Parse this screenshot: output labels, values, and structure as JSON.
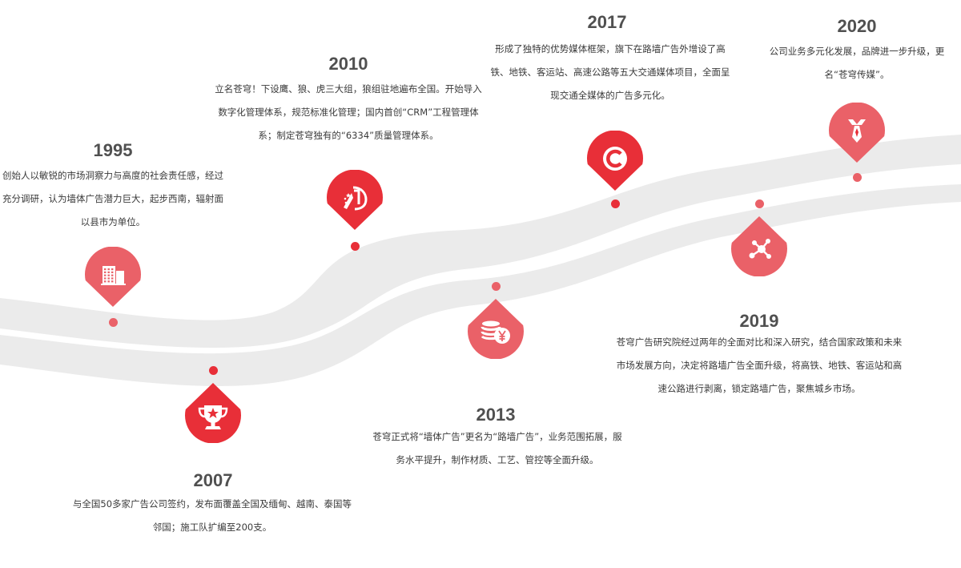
{
  "colors": {
    "primary": "#e82f38",
    "secondary": "#ea6168",
    "road": "#ebebeb"
  },
  "milestones": [
    {
      "year": "1995",
      "icon": "office-building-icon",
      "color": "#ea6168",
      "text": "创始人以敏锐的市场洞察力与高度的社会责任感，经过充分调研，认为墙体广告潜力巨大，起步西南，辐射面以县市为单位。"
    },
    {
      "year": "2007",
      "icon": "trophy-icon",
      "color": "#e82f38",
      "text": "与全国50多家广告公司签约，发布面覆盖全国及缅甸、越南、泰国等邻国；施工队扩编至200支。"
    },
    {
      "year": "2010",
      "icon": "award-emblem-icon",
      "color": "#e82f38",
      "text": "立名苍穹！下设鹰、狼、虎三大组，狼组驻地遍布全国。开始导入数字化管理体系，规范标准化管理；国内首创“CRM”工程管理体系；制定苍穹独有的“6334”质量管理体系。"
    },
    {
      "year": "2013",
      "icon": "coins-yen-icon",
      "color": "#ea6168",
      "text": "苍穹正式将“墙体广告”更名为“路墙广告”，业务范围拓展，服务水平提升，制作材质、工艺、管控等全面升级。"
    },
    {
      "year": "2017",
      "icon": "copyright-icon",
      "color": "#e82f38",
      "text": "形成了独特的优势媒体框架，旗下在路墙广告外增设了高铁、地铁、客运站、高速公路等五大交通媒体项目，全面呈现交通全媒体的广告多元化。"
    },
    {
      "year": "2019",
      "icon": "network-nodes-icon",
      "color": "#ea6168",
      "text": "苍穹广告研究院经过两年的全面对比和深入研究，结合国家政策和未来市场发展方向，决定将路墙广告全面升级，将高铁、地铁、客运站和高速公路进行剥离，锁定路墙广告，聚焦城乡市场。"
    },
    {
      "year": "2020",
      "icon": "necktie-icon",
      "color": "#ea6168",
      "text": "公司业务多元化发展，品牌进一步升级，更名“苍穹传媒”。"
    }
  ]
}
